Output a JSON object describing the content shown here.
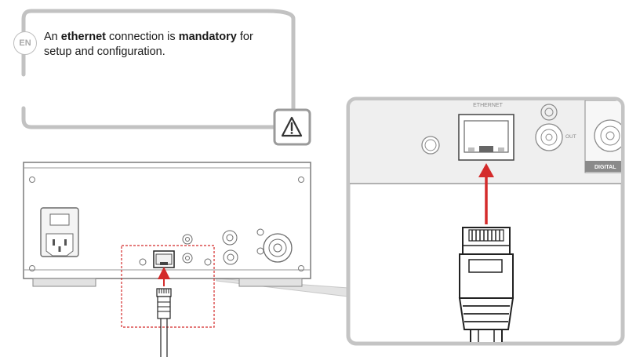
{
  "note": {
    "language_badge": "EN",
    "text_part1": "An ",
    "text_bold1": "ethernet",
    "text_part2": " connection is ",
    "text_bold2": "mandatory",
    "text_part3": " for setup and configuration."
  },
  "panel_labels": {
    "ethernet": "ETHERNET",
    "out": "OUT",
    "digital": "DIGITAL"
  },
  "icons": {
    "warning": "warning-triangle-icon",
    "language": "language-badge"
  },
  "colors": {
    "arrow": "#d42b2b",
    "highlight_box": "#d42b2b",
    "callout_border": "#bdbdbd",
    "device_panel": "#efefef"
  }
}
